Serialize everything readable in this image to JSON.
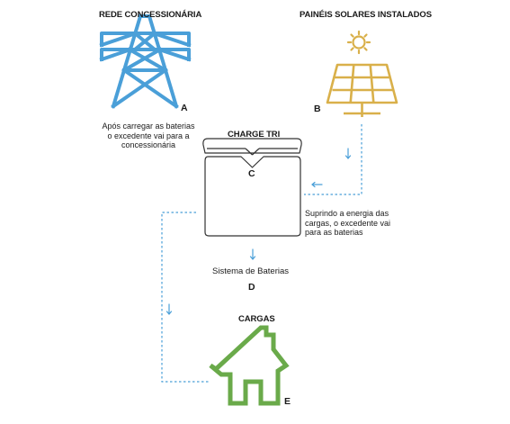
{
  "nodes": {
    "grid": {
      "title": "REDE CONCESSIONÁRIA",
      "letter": "A",
      "note": "Após carregar as baterias o excedente vai para a concessionária"
    },
    "solar": {
      "title": "PAINÉIS SOLARES INSTALADOS",
      "letter": "B"
    },
    "inverter": {
      "title": "CHARGE TRI",
      "letter": "C",
      "note": "Suprindo a energia das cargas, o excedente vai para as baterias"
    },
    "batteries": {
      "label": "Sistema de Baterias",
      "letter": "D"
    },
    "loads": {
      "title": "CARGAS",
      "letter": "E"
    }
  },
  "colors": {
    "tower": "#4a9fd8",
    "solar": "#d9b04a",
    "house": "#6aaa4a",
    "flow": "#4a9fd8",
    "device": "#333333"
  },
  "icons": {
    "tower": "transmission-tower-icon",
    "solar": "solar-panel-icon",
    "sun": "sun-icon",
    "house": "house-icon",
    "inverter": "inverter-device-icon",
    "arrow": "arrow-icon"
  }
}
